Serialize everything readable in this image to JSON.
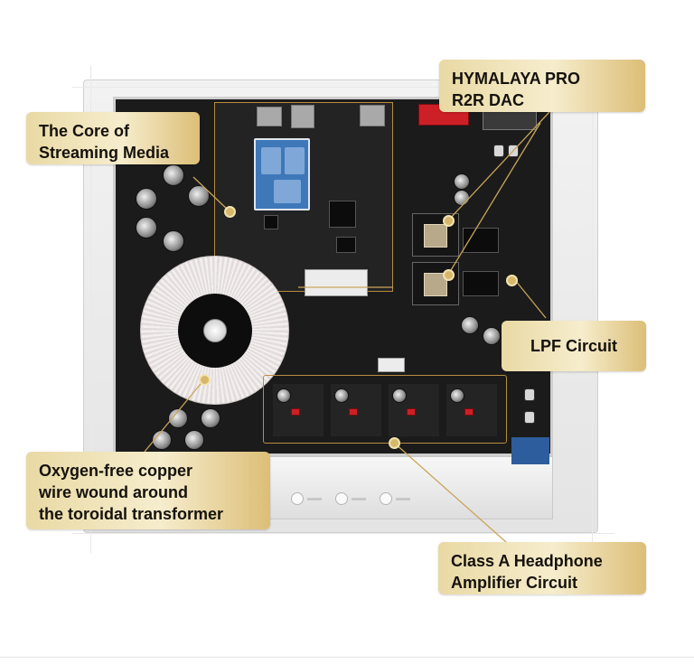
{
  "callouts": {
    "streaming_core": {
      "line1": "The Core of",
      "line2": "Streaming Media"
    },
    "dac": {
      "line1": "HYMALAYA PRO",
      "line2": "R2R DAC"
    },
    "lpf": {
      "line1": "LPF Circuit"
    },
    "transformer": {
      "line1": "Oxygen-free copper",
      "line2": "wire wound around",
      "line3": "the toroidal transformer"
    },
    "headphone_amp": {
      "line1": "Class A Headphone",
      "line2": "Amplifier Circuit"
    }
  },
  "colors": {
    "callout_gold_light": "#f6edcd",
    "callout_gold_dark": "#dcbe77",
    "leader_line": "#c9a55a",
    "pcb": "#1b1b1b",
    "wifi_module": "#3e78b9",
    "dac_connector": "#cc2026"
  }
}
